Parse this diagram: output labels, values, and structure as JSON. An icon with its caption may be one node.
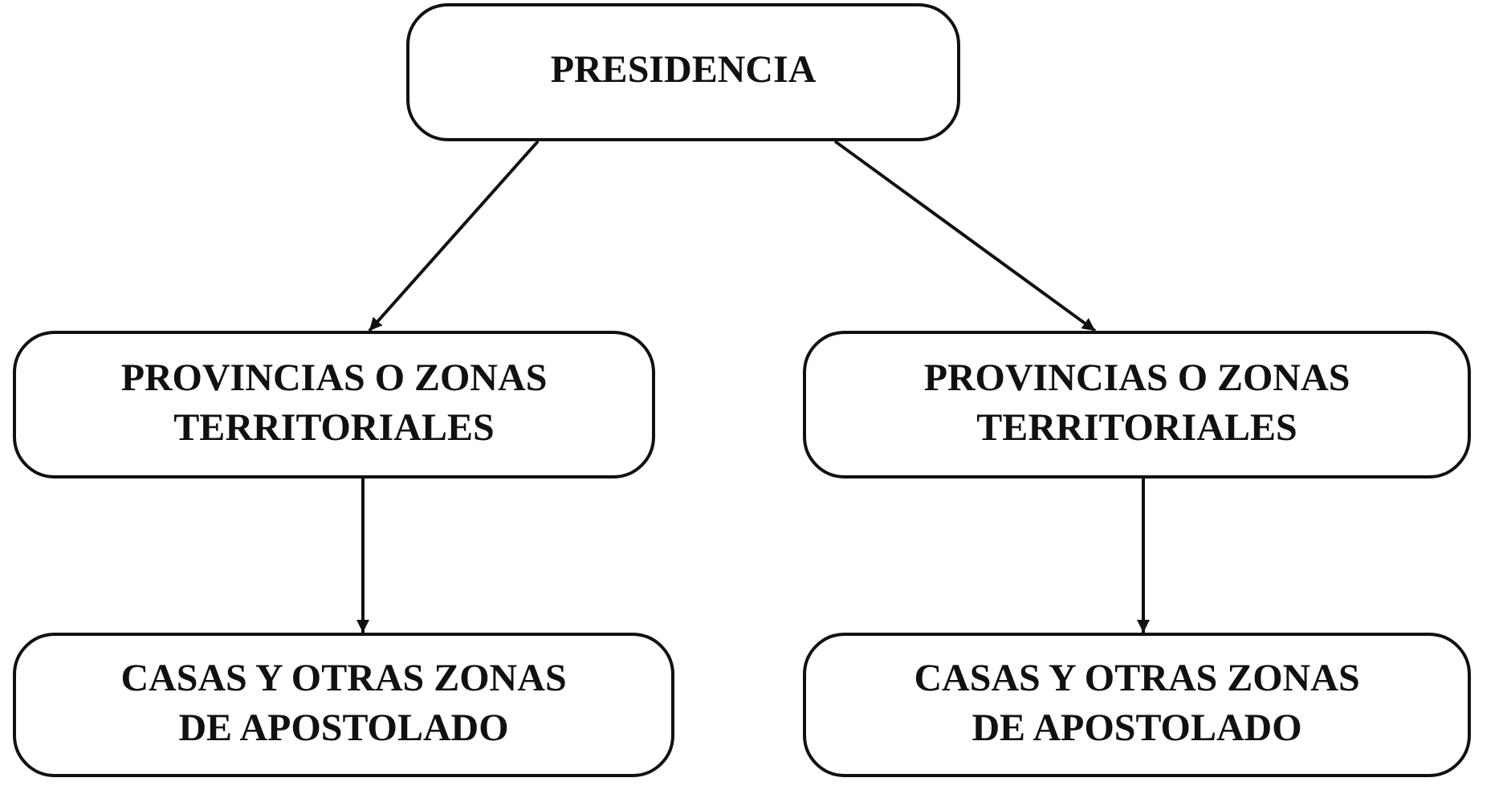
{
  "diagram": {
    "nodes": [
      {
        "text": [
          "PRESIDENCIA"
        ]
      },
      {
        "text": [
          "PROVINCIAS O ZONAS TERRITORIALES"
        ]
      },
      {
        "text": [
          "PROVINCIAS O ZONAS TERRITORIALES"
        ]
      },
      {
        "text": [
          "CASAS Y OTRAS ZONAS DE APOSTOLADO"
        ]
      },
      {
        "text": [
          "CASAS Y OTRAS ZONAS DE APOSTOLADO"
        ]
      }
    ],
    "edges": [
      {
        "from": 0,
        "to": 1,
        "arrow": "to"
      },
      {
        "from": 0,
        "to": 2,
        "arrow": "to"
      },
      {
        "from": 1,
        "to": 3,
        "arrow": "to"
      },
      {
        "from": 2,
        "to": 4,
        "arrow": "to"
      }
    ]
  }
}
